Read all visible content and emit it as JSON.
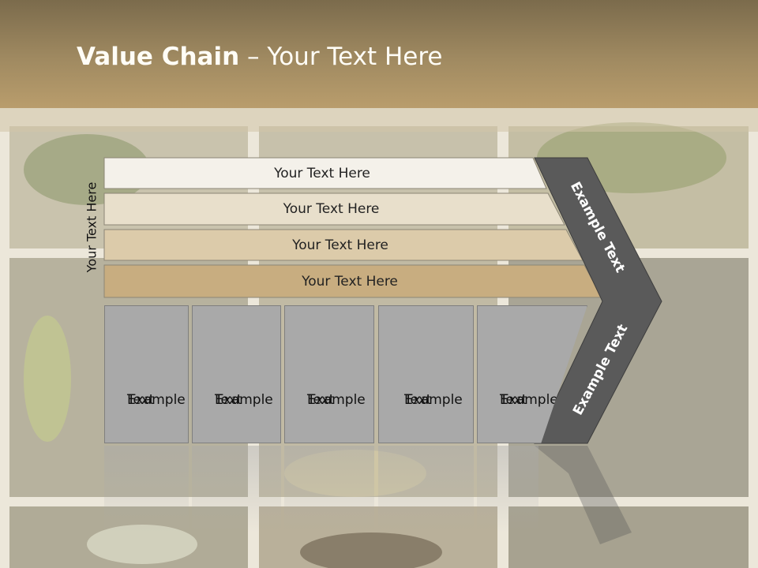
{
  "slide": {
    "title_bold": "Value Chain",
    "title_rest": " – Your Text Here"
  },
  "vertical_label": "Your Text Here",
  "rows": [
    {
      "label": "Your Text Here",
      "fill": "#f4f1ea"
    },
    {
      "label": "Your Text Here",
      "fill": "#e8dfcb"
    },
    {
      "label": "Your Text Here",
      "fill": "#dccbaa"
    },
    {
      "label": "Your Text Here",
      "fill": "#c8ad80"
    }
  ],
  "boxes": [
    {
      "line1": "Example",
      "line2": "Text"
    },
    {
      "line1": "Example",
      "line2": "Text"
    },
    {
      "line1": "Example",
      "line2": "Text"
    },
    {
      "line1": "Example",
      "line2": "Text"
    },
    {
      "line1": "Example",
      "line2": "Text"
    }
  ],
  "chevron": {
    "upper_text": "Example Text",
    "lower_text": "Example Text",
    "fill": "#5a5a5a"
  },
  "colors": {
    "header": "#a08a61",
    "box_fill": "#a9a9a9"
  }
}
